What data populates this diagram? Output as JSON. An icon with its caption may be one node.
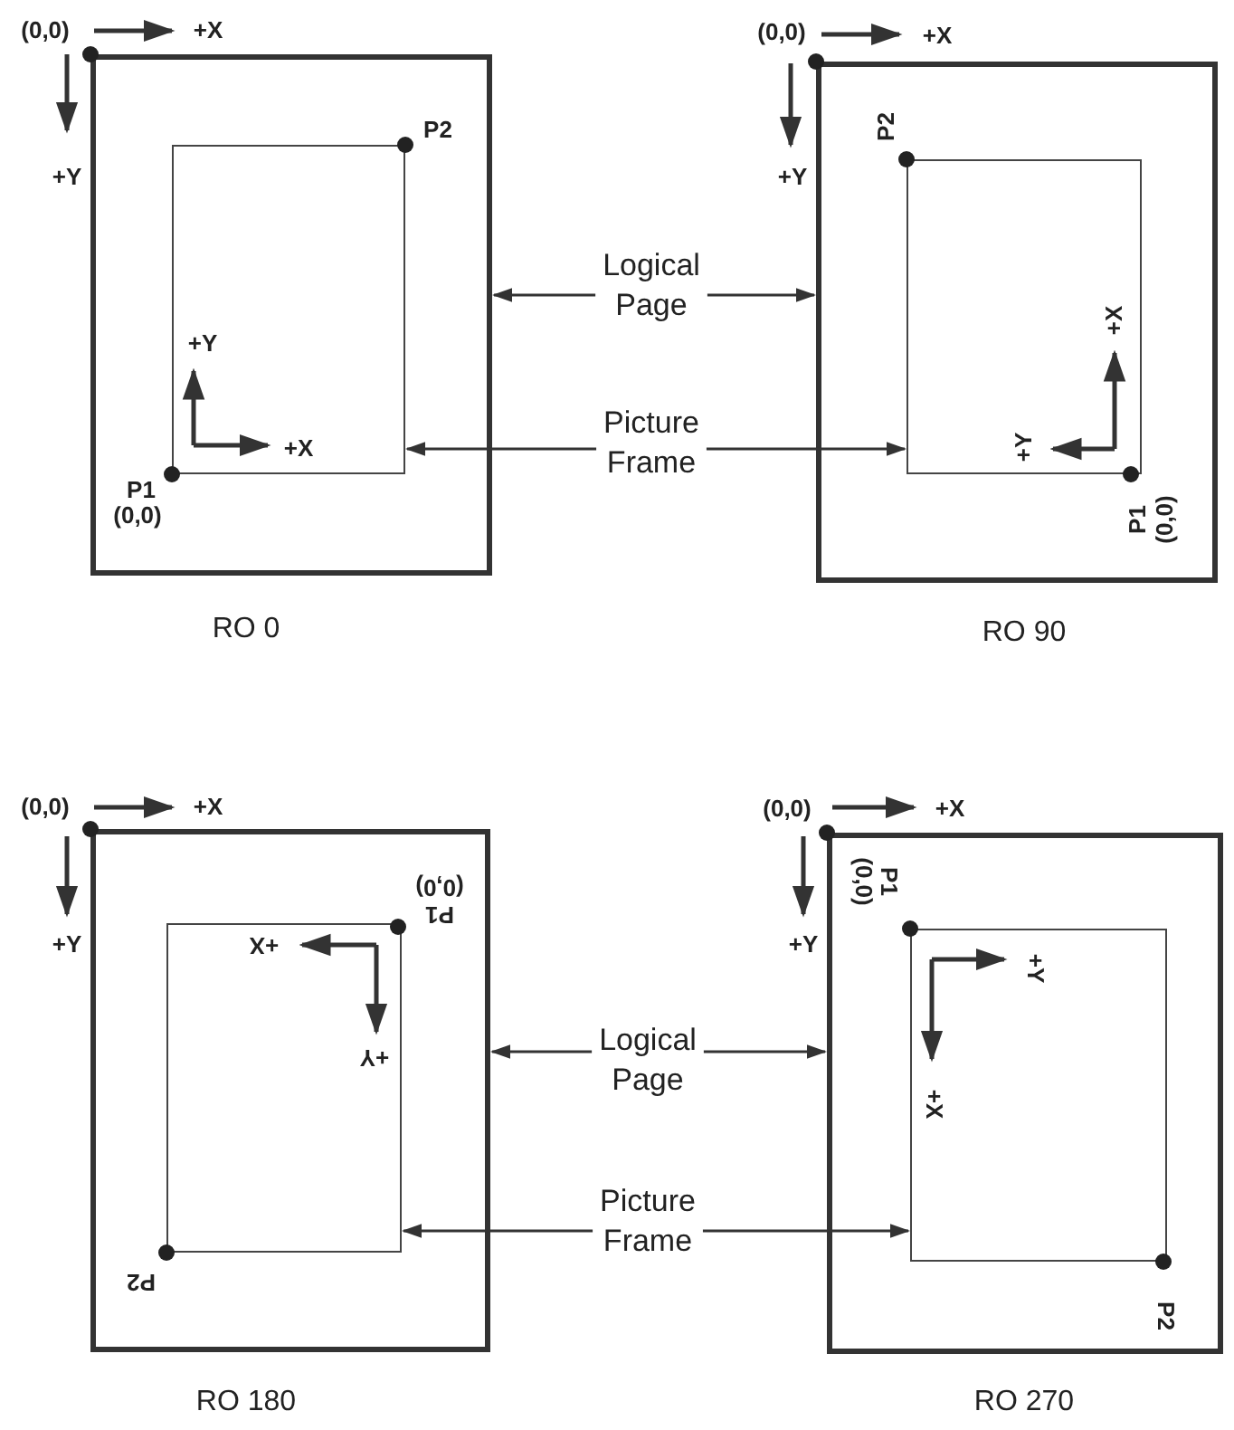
{
  "diagram": {
    "nodes": [
      {
        "text": [],
        "shape": "box"
      },
      {
        "text": [],
        "shape": "box",
        "in": 0
      },
      {
        "text": [
          "Logical Page"
        ]
      },
      {
        "text": [
          "Picture Frame"
        ]
      },
      {
        "text": [],
        "shape": "box"
      },
      {
        "text": [],
        "shape": "box",
        "in": 4
      },
      {
        "text": [],
        "shape": "box"
      },
      {
        "text": [],
        "shape": "box",
        "in": 6
      },
      {
        "text": [
          "Logical Page"
        ]
      },
      {
        "text": [
          "Picture Frame"
        ]
      },
      {
        "text": [],
        "shape": "box"
      },
      {
        "text": [],
        "shape": "box",
        "in": 10
      }
    ],
    "edges": [
      {
        "from": 2,
        "to": 0,
        "arrow": "to"
      },
      {
        "from": 2,
        "to": 4,
        "arrow": "to"
      },
      {
        "from": 3,
        "to": 1,
        "arrow": "to"
      },
      {
        "from": 3,
        "to": 5,
        "arrow": "to"
      },
      {
        "from": 8,
        "to": 6,
        "arrow": "to"
      },
      {
        "from": 8,
        "to": 10,
        "arrow": "to"
      },
      {
        "from": 9,
        "to": 7,
        "arrow": "to"
      },
      {
        "from": 9,
        "to": 11,
        "arrow": "to"
      }
    ],
    "labels": [
      "(0,0)",
      "+X",
      "+Y",
      "P2",
      "+Y",
      "+X",
      "P1",
      "(0,0)",
      "(0,0)",
      "+X",
      "+Y",
      "P2",
      "+X",
      "+Y",
      "P1",
      "(0,0)",
      "(0,0)",
      "+X",
      "+Y",
      "(0,0)",
      "P1",
      "+X",
      "+Y",
      "P2",
      "(0,0)",
      "+X",
      "+Y",
      "(0,0)",
      "P1",
      "+Y",
      "+X",
      "P2",
      "RO 0",
      "RO 90",
      "RO 180",
      "RO 270"
    ]
  }
}
